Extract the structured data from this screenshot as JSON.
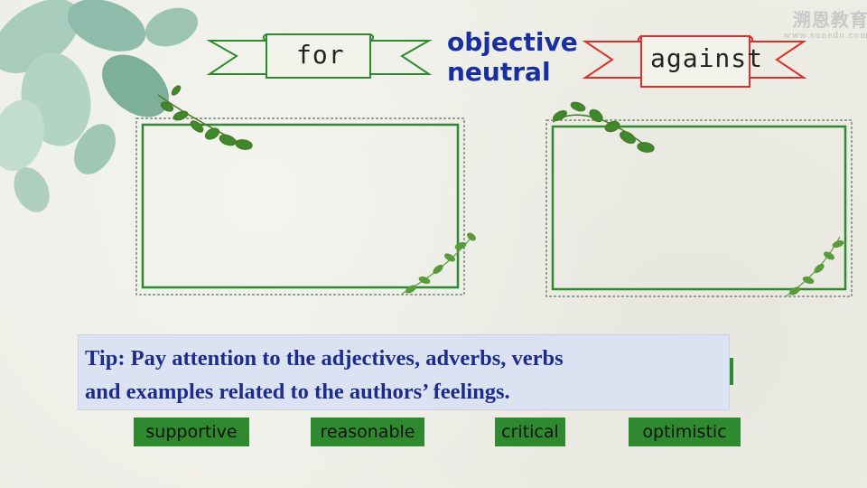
{
  "ribbons": {
    "for_label": "for",
    "against_label": "against"
  },
  "neutral": {
    "line1": "objective",
    "line2": "neutral"
  },
  "logo": {
    "cn": "溯恩教育",
    "url": "www.sunedu.com"
  },
  "tip": {
    "line1": "Tip: Pay attention to the adjectives, adverbs, verbs",
    "line2": "and examples related to the authors’ feelings."
  },
  "words": [
    {
      "label": "supportive"
    },
    {
      "label": "reasonable"
    },
    {
      "label": "critical"
    },
    {
      "label": "optimistic"
    }
  ],
  "colors": {
    "frame_green": "#2f8a2f",
    "text_blue": "#1a2f9e",
    "ribbon_red": "#d9312a",
    "tip_bg": "#dbe2f2"
  }
}
